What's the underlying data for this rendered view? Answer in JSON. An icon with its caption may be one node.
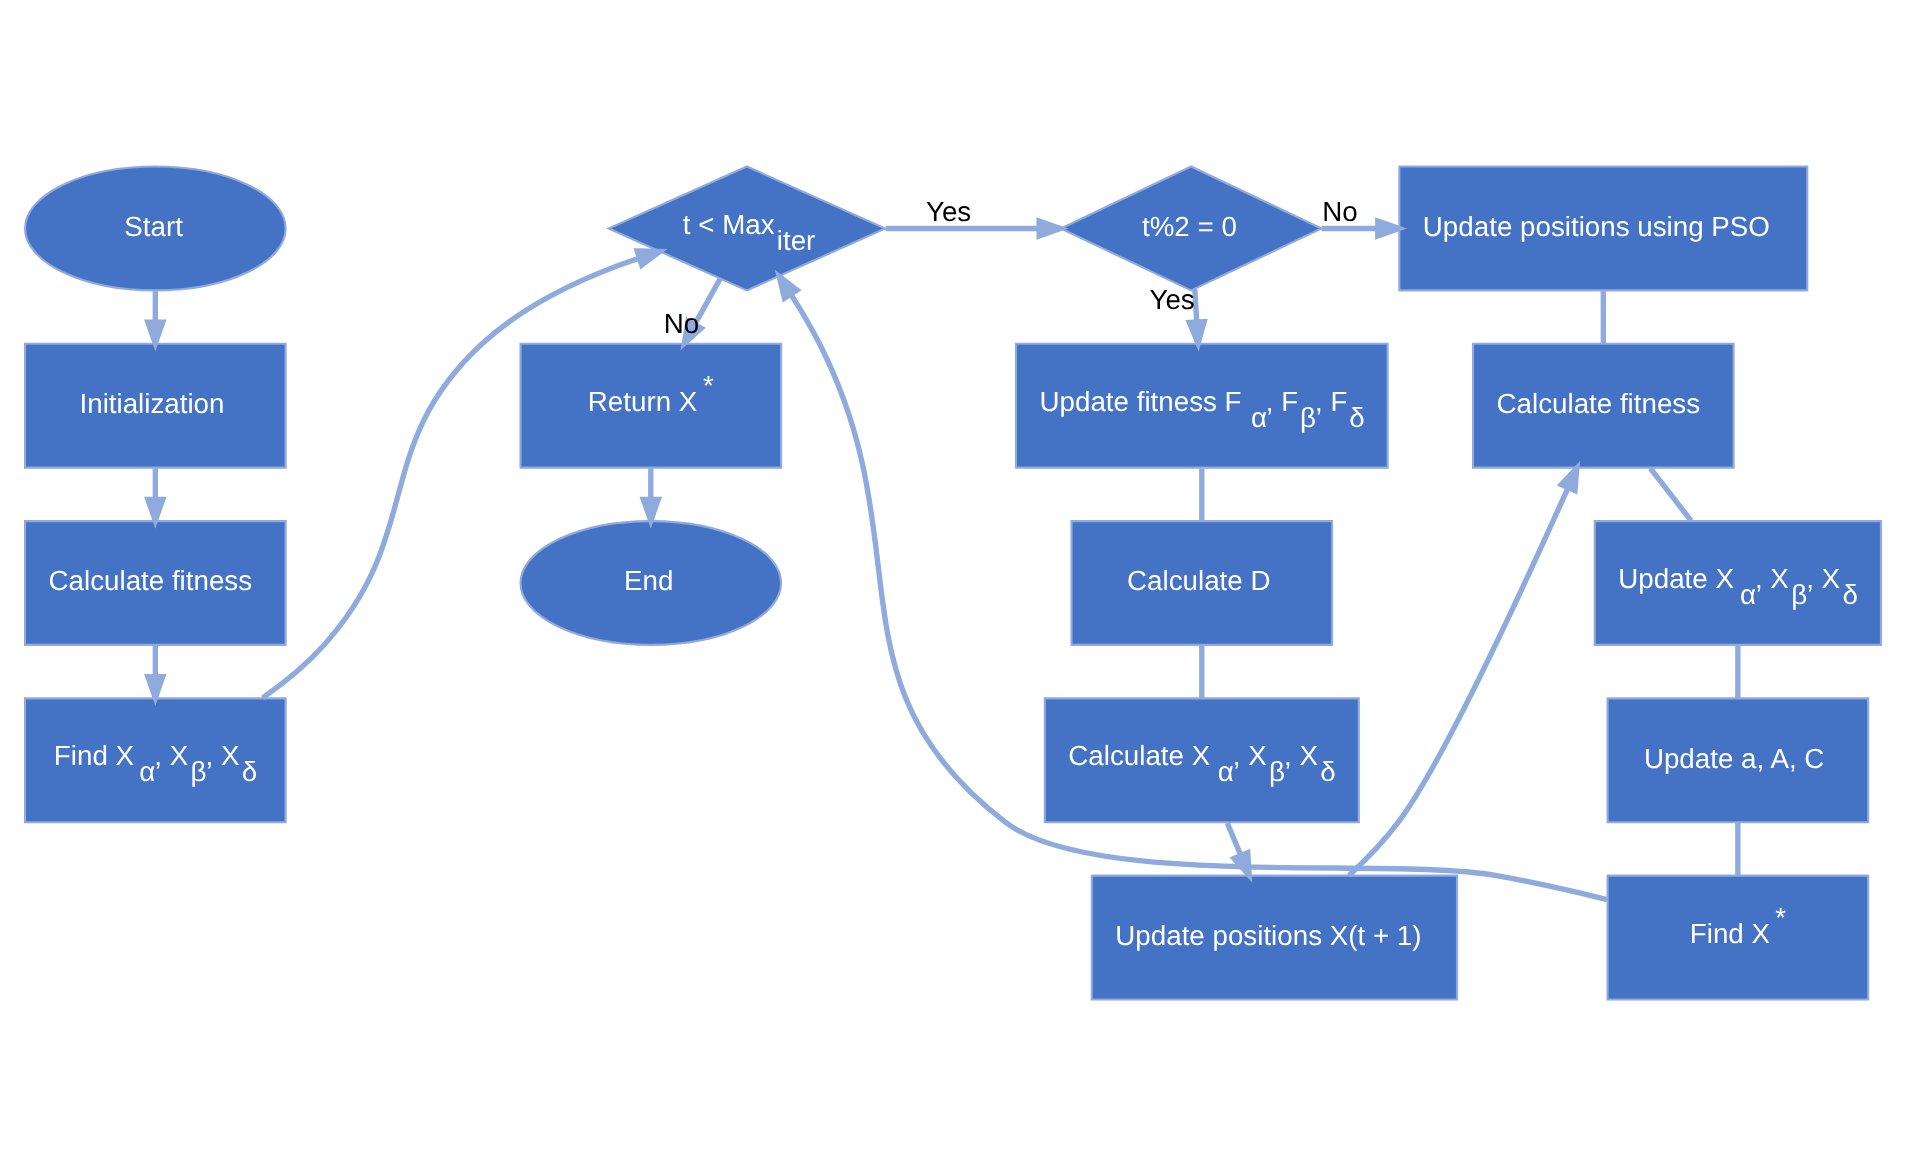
{
  "diagram": {
    "nodes": [
      {
        "text": [
          "Start"
        ]
      },
      {
        "text": [
          "Initialization"
        ]
      },
      {
        "text": [
          "Calculate fitness"
        ]
      },
      {
        "text": [
          "Find X$_{α}$, X$_{β}$, X$_{δ}$"
        ]
      },
      {
        "text": [
          "t < Max$_{iter}$"
        ]
      },
      {
        "text": [
          "Return X$^{*}$"
        ]
      },
      {
        "text": [
          "End"
        ]
      },
      {
        "text": [
          "t%2 = 0"
        ]
      },
      {
        "text": [
          "Update fitness F$_{α}$, F$_{β}$, F$_{δ}$"
        ]
      },
      {
        "text": [
          "Calculate D"
        ]
      },
      {
        "text": [
          "Calculate X$_{α}$, X$_{β}$, X$_{δ}$"
        ]
      },
      {
        "text": [
          "Update positions X(t + 1)"
        ]
      },
      {
        "text": [
          "Update positions using PSO"
        ]
      },
      {
        "text": [
          "Calculate fitness"
        ]
      },
      {
        "text": [
          "Update X$_{α}$, X$_{β}$, X$_{δ}$"
        ]
      },
      {
        "text": [
          "Update a, A, C"
        ]
      },
      {
        "text": [
          "Find X$^{*}$"
        ]
      }
    ],
    "edges": [
      {
        "from": 0,
        "to": 1,
        "arrow": "to"
      },
      {
        "from": 1,
        "to": 2,
        "arrow": "to"
      },
      {
        "from": 2,
        "to": 3,
        "arrow": "to"
      },
      {
        "from": 3,
        "to": 4,
        "arrow": "to"
      },
      {
        "from": 4,
        "to": 5,
        "arrow": "to",
        "label": "No"
      },
      {
        "from": 5,
        "to": 6,
        "arrow": "to"
      },
      {
        "from": 4,
        "to": 7,
        "arrow": "to",
        "label": "Yes"
      },
      {
        "from": 7,
        "to": 8,
        "arrow": "to",
        "label": "Yes"
      },
      {
        "from": 7,
        "to": 12,
        "arrow": "to",
        "label": "No"
      },
      {
        "from": 8,
        "to": 9,
        "arrow": "none"
      },
      {
        "from": 9,
        "to": 10,
        "arrow": "none"
      },
      {
        "from": 10,
        "to": 11,
        "arrow": "to"
      },
      {
        "from": 11,
        "to": 13,
        "arrow": "to"
      },
      {
        "from": 12,
        "to": 13,
        "arrow": "none"
      },
      {
        "from": 13,
        "to": 14,
        "arrow": "none"
      },
      {
        "from": 14,
        "to": 15,
        "arrow": "none"
      },
      {
        "from": 15,
        "to": 16,
        "arrow": "none"
      },
      {
        "from": 16,
        "to": 4,
        "arrow": "to"
      }
    ]
  }
}
